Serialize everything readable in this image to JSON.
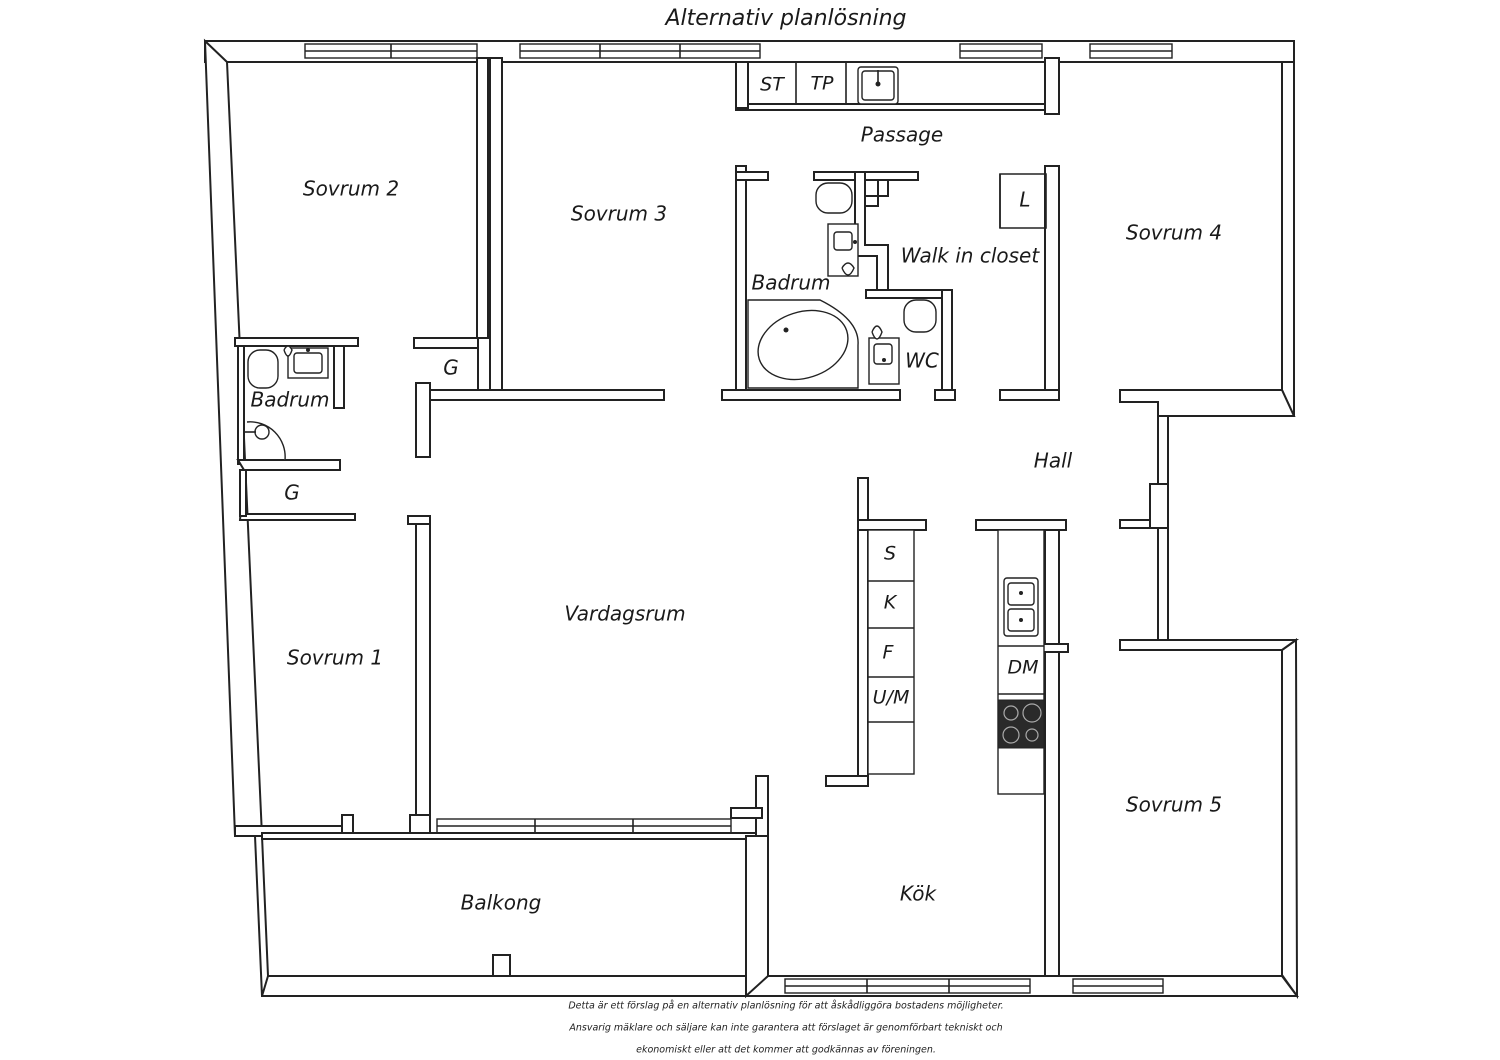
{
  "title": "Alternativ planlösning",
  "rooms": {
    "sovrum_1": "Sovrum 1",
    "sovrum_2": "Sovrum 2",
    "sovrum_3": "Sovrum 3",
    "sovrum_4": "Sovrum 4",
    "sovrum_5": "Sovrum 5",
    "badrum_left": "Badrum",
    "badrum_center": "Badrum",
    "vardagsrum": "Vardagsrum",
    "passage": "Passage",
    "walk_in_closet": "Walk in closet",
    "wc": "WC",
    "hall": "Hall",
    "kok": "Kök",
    "balkong": "Balkong",
    "garderob_upper": "G",
    "garderob_lower": "G",
    "linneskap": "L"
  },
  "fixtures": {
    "st": "ST",
    "tp": "TP",
    "s": "S",
    "k": "K",
    "f": "F",
    "um": "U/M",
    "dm": "DM"
  },
  "disclaimer": {
    "line1": "Detta är ett förslag på en alternativ planlösning för att åskådliggöra bostadens möjligheter.",
    "line2": "Ansvarig mäklare och säljare kan inte garantera att förslaget är genomförbart tekniskt och",
    "line3": "ekonomiskt eller att det kommer att godkännas av föreningen."
  }
}
